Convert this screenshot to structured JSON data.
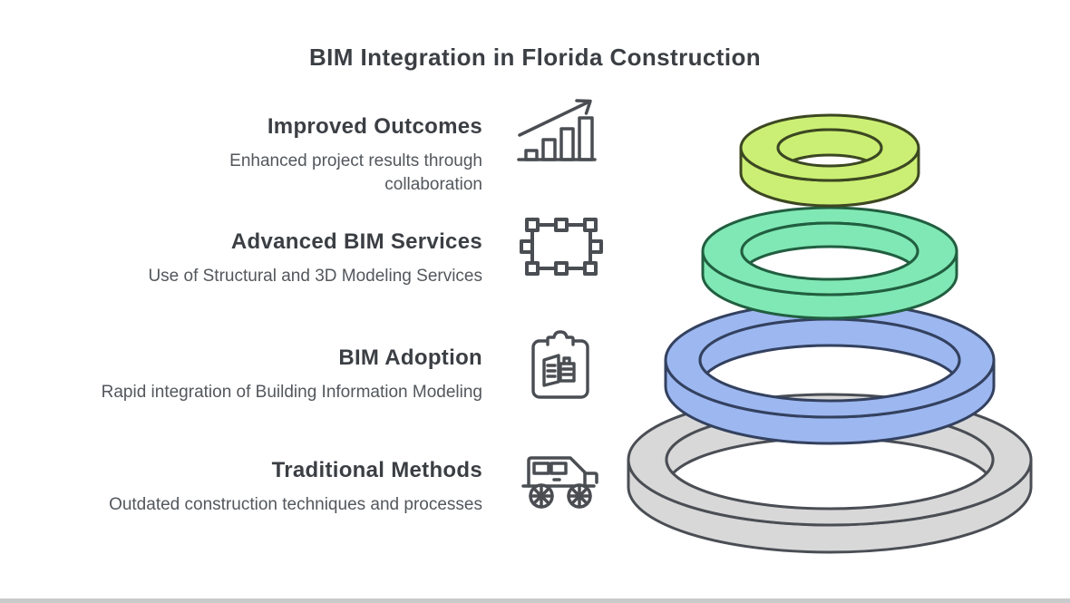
{
  "title": "BIM Integration in Florida Construction",
  "items": [
    {
      "heading": "Improved Outcomes",
      "description": "Enhanced project results through collaboration",
      "icon": "growth-chart-icon"
    },
    {
      "heading": "Advanced BIM Services",
      "description": "Use of Structural and 3D Modeling Services",
      "icon": "model-frame-icon"
    },
    {
      "heading": "BIM Adoption",
      "description": "Rapid integration of Building Information Modeling",
      "icon": "clipboard-plan-icon"
    },
    {
      "heading": "Traditional Methods",
      "description": "Outdated construction techniques and processes",
      "icon": "carriage-icon"
    }
  ],
  "pyramid": {
    "type": "stacked-3d-rings",
    "levels_top_to_bottom": [
      {
        "label": "Improved Outcomes",
        "fill": "#cbef74",
        "outline": "#3c4722"
      },
      {
        "label": "Advanced BIM Services",
        "fill": "#80e8b4",
        "outline": "#215e40"
      },
      {
        "label": "BIM Adoption",
        "fill": "#9db7f0",
        "outline": "#33415f"
      },
      {
        "label": "Traditional Methods",
        "fill": "#d8d8d8",
        "outline": "#4a4e54"
      }
    ]
  },
  "colors": {
    "background": "#ffffff",
    "heading_text": "#3b3f44",
    "body_text": "#53575c",
    "icon_stroke": "#4a4e53",
    "footer_bar": "#c9cacc"
  }
}
